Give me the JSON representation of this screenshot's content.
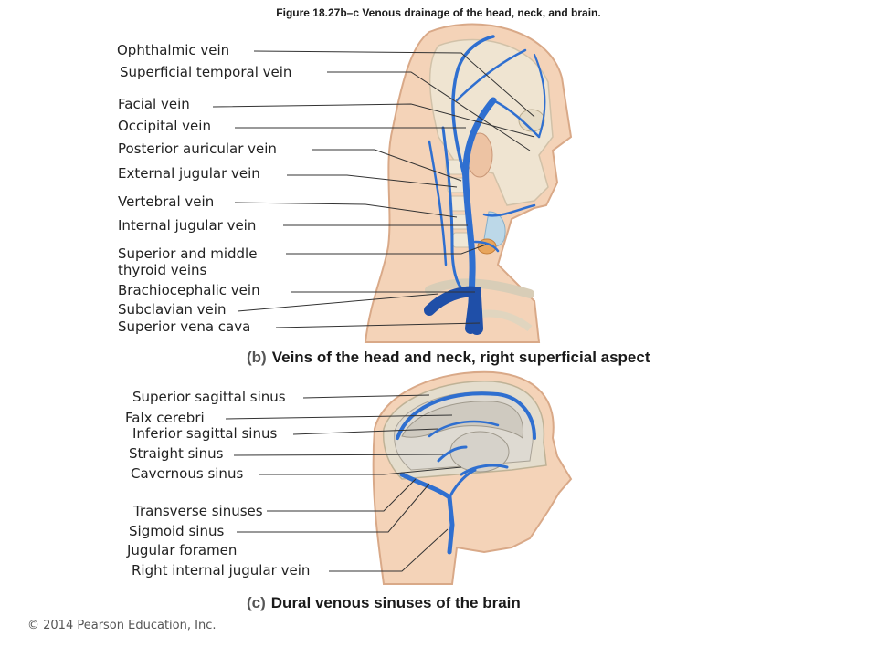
{
  "figure_title": "Figure 18.27b–c  Venous drainage of the head, neck, and brain.",
  "panel_b": {
    "letter": "(b)",
    "caption": "Veins of the head and neck, right superficial aspect",
    "labels": [
      "Ophthalmic vein",
      "Superficial temporal vein",
      "Facial vein",
      "Occipital vein",
      "Posterior auricular vein",
      "External jugular vein",
      "Vertebral vein",
      "Internal jugular vein",
      "Superior and middle thyroid veins",
      "Brachiocephalic vein",
      "Subclavian vein",
      "Superior vena cava"
    ]
  },
  "panel_c": {
    "letter": "(c)",
    "caption": "Dural venous sinuses of the brain",
    "labels": [
      "Superior sagittal sinus",
      "Falx cerebri",
      "Inferior sagittal sinus",
      "Straight sinus",
      "Cavernous sinus",
      "Transverse sinuses",
      "Sigmoid sinus",
      "Jugular foramen",
      "Right internal jugular vein"
    ]
  },
  "copyright": "© 2014 Pearson Education, Inc.",
  "colors": {
    "skin": "#f4d3b8",
    "skin_outline": "#d9a988",
    "bone": "#efe7d6",
    "vein": "#2f6fd0",
    "vein_dark": "#1f4fa8",
    "brain": "#d9d6cf",
    "leader": "#333333"
  }
}
